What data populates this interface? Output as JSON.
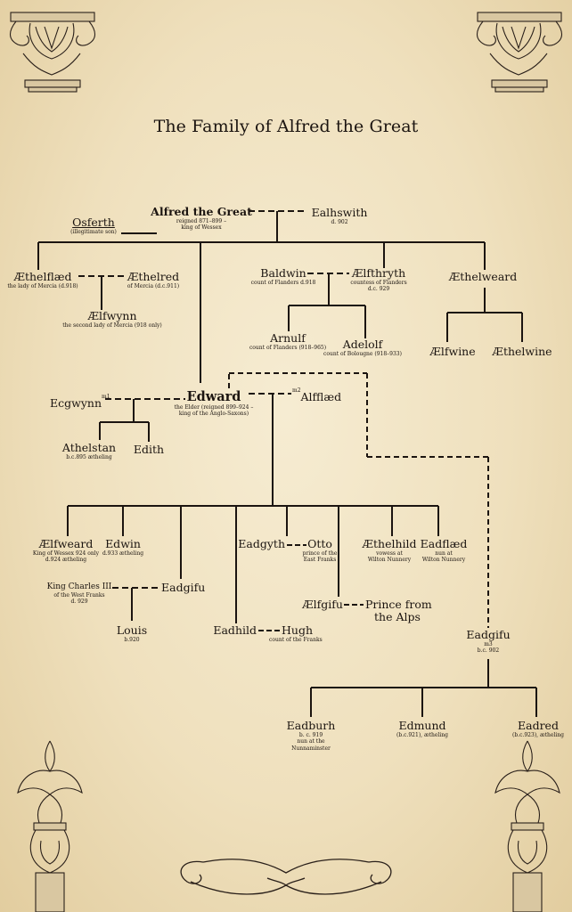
{
  "title": "The Family of Alfred the Great",
  "colors": {
    "background": "#efe0bd",
    "ink": "#1b1410"
  },
  "people": {
    "alfred": {
      "name": "Alfred the Great",
      "sub1": "reigned 871–899 –",
      "sub2": "king of Wessex"
    },
    "ealhswith": {
      "name": "Ealhswith",
      "sub1": "d. 902"
    },
    "osferth": {
      "name": "Osferth",
      "sub1": "(illegitimate son)"
    },
    "aethelflaed": {
      "name": "Æthelflæd",
      "sub1": "the lady of Mercia (d.918)"
    },
    "aethelred": {
      "name": "Æthelred",
      "sub1": "of Mercia (d.c.911)"
    },
    "aelfwynn": {
      "name": "Ælfwynn",
      "sub1": "the second lady of Mercia (918 only)"
    },
    "baldwin": {
      "name": "Baldwin",
      "sub1": "count of Flanders d.918"
    },
    "aelfthryth": {
      "name": "Ælfthryth",
      "sub1": "countess of Flanders",
      "sub2": "d.c. 929"
    },
    "aethelweard": {
      "name": "Æthelweard"
    },
    "arnulf": {
      "name": "Arnulf",
      "sub1": "count of Flanders (918–965)"
    },
    "adelolf": {
      "name": "Adelolf",
      "sub1": "count of Bolougne (918–933)"
    },
    "aelfwine": {
      "name": "Ælfwine"
    },
    "aethelwine": {
      "name": "Æthelwine"
    },
    "ecgwynn": {
      "name": "Ecgwynn",
      "mark": "m1"
    },
    "edward": {
      "name": "Edward",
      "sub1": "the Elder (reigned 899–924 –",
      "sub2": "king of the Anglo-Saxons)"
    },
    "alfflaed": {
      "name": "Alfflæd",
      "mark": "m2"
    },
    "athelstan": {
      "name": "Athelstan",
      "sub1": "b.c.895 ætheling"
    },
    "edith": {
      "name": "Edith"
    },
    "aelfweard": {
      "name": "Ælfweard",
      "sub1": "King of Wessex 924 only",
      "sub2": "d.924 ætheling"
    },
    "edwin": {
      "name": "Edwin",
      "sub1": "d.933 ætheling"
    },
    "eadgyth": {
      "name": "Eadgyth"
    },
    "otto": {
      "name": "Otto",
      "sub1": "prince of the",
      "sub2": "East Franks"
    },
    "aethelhild": {
      "name": "Æthelhild",
      "sub1": "vowess at",
      "sub2": "Wilton Nunnery"
    },
    "eadflaed": {
      "name": "Eadflæd",
      "sub1": "nun at",
      "sub2": "Wilton Nunnery"
    },
    "charles": {
      "name": "King Charles III",
      "sub1": "of the West Franks",
      "sub2": "d. 929"
    },
    "eadgifu_a": {
      "name": "Eadgifu"
    },
    "aelfgifu": {
      "name": "Ælfgifu"
    },
    "prince": {
      "name": "Prince from",
      "name2": "the Alps"
    },
    "louis": {
      "name": "Louis",
      "sub1": "b.920"
    },
    "eadhild": {
      "name": "Eadhild"
    },
    "hugh": {
      "name": "Hugh",
      "sub1": "count of the Franks"
    },
    "eadgifu_b": {
      "name": "Eadgifu",
      "sub1": "m3",
      "sub2": "b.c. 902"
    },
    "eadburh": {
      "name": "Eadburh",
      "sub1": "b. c. 919",
      "sub2": "nun at the",
      "sub3": "Nunnaminster"
    },
    "edmund": {
      "name": "Edmund",
      "sub1": "(b.c.921), ætheling"
    },
    "eadred": {
      "name": "Eadred",
      "sub1": "(b.c.923), ætheling"
    }
  }
}
